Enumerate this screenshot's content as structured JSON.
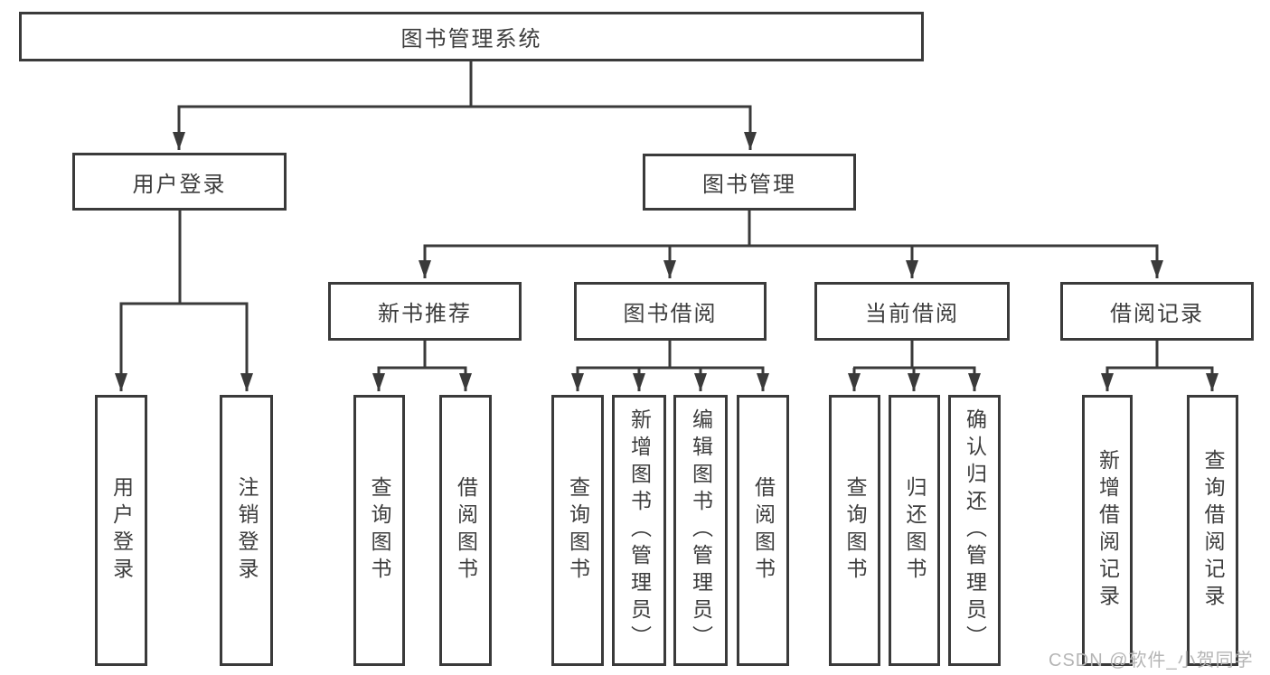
{
  "tree": {
    "root": {
      "label": "图书管理系统",
      "children": [
        {
          "label": "用户登录",
          "children": [
            {
              "label": "用户登录"
            },
            {
              "label": "注销登录"
            }
          ]
        },
        {
          "label": "图书管理",
          "children": [
            {
              "label": "新书推荐",
              "children": [
                {
                  "label": "查询图书"
                },
                {
                  "label": "借阅图书"
                }
              ]
            },
            {
              "label": "图书借阅",
              "children": [
                {
                  "label": "查询图书"
                },
                {
                  "label": "新增图书（管理员）"
                },
                {
                  "label": "编辑图书（管理员）"
                },
                {
                  "label": "借阅图书"
                }
              ]
            },
            {
              "label": "当前借阅",
              "children": [
                {
                  "label": "查询图书"
                },
                {
                  "label": "归还图书"
                },
                {
                  "label": "确认归还（管理员）"
                }
              ]
            },
            {
              "label": "借阅记录",
              "children": [
                {
                  "label": "新增借阅记录"
                },
                {
                  "label": "查询借阅记录"
                }
              ]
            }
          ]
        }
      ]
    }
  },
  "watermark": "CSDN @软件_小贺同学",
  "colors": {
    "line": "#3a3a3a",
    "text": "#3d3d3d",
    "watermark": "#b5b5b5",
    "background": "#ffffff"
  }
}
